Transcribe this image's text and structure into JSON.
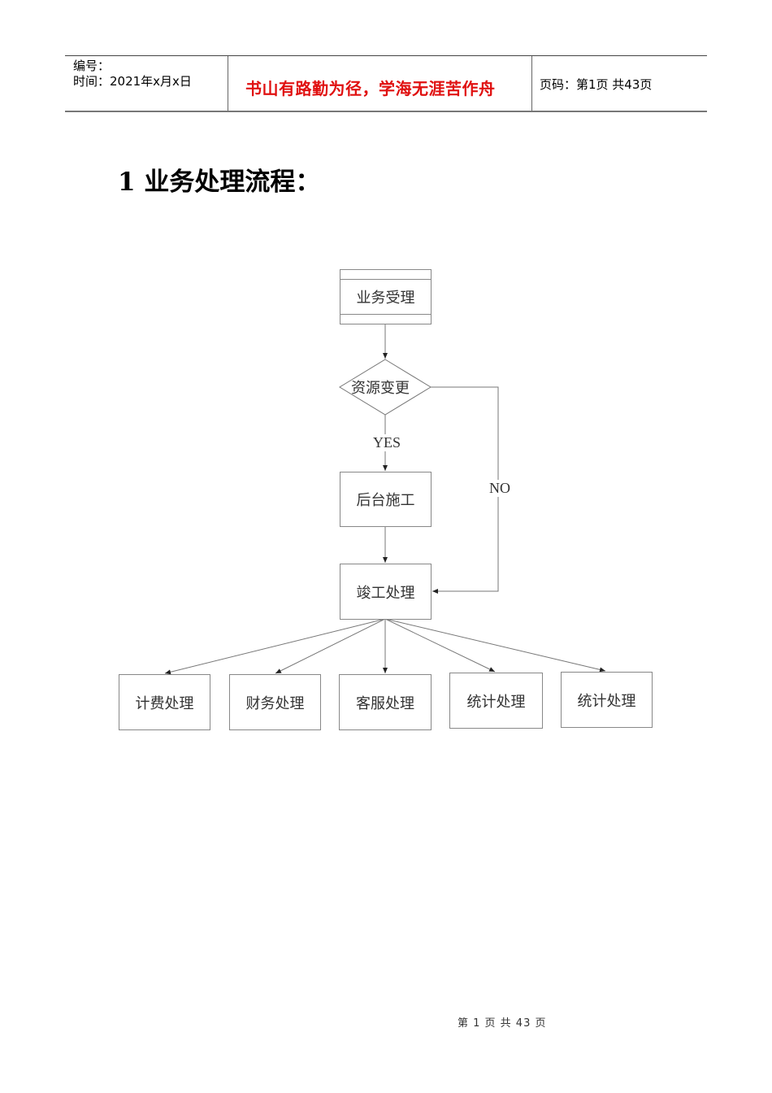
{
  "header": {
    "number_label": "编号：",
    "date_label": "时间：2021年x月x日",
    "motto": "书山有路勤为径，学海无涯苦作舟",
    "page_info": "页码：第1页  共43页"
  },
  "heading": "1  业务处理流程：",
  "flowchart": {
    "start": "业务受理",
    "decision": "资源变更",
    "yes_label": "YES",
    "no_label": "NO",
    "backend": "后台施工",
    "completion": "竣工处理",
    "outputs": [
      "计费处理",
      "财务处理",
      "客服处理",
      "统计处理",
      "统计处理"
    ]
  },
  "footer": "第 1 页 共 43 页"
}
